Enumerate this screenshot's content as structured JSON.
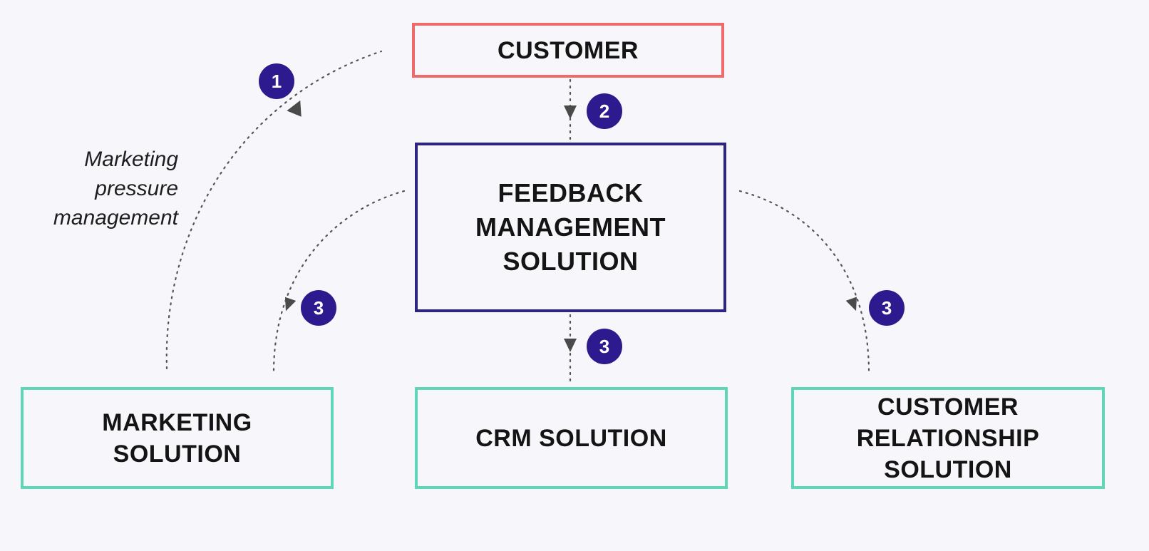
{
  "diagram": {
    "nodes": {
      "customer": "CUSTOMER",
      "feedback": "FEEDBACK\nMANAGEMENT\nSOLUTION",
      "marketing": "MARKETING\nSOLUTION",
      "crm": "CRM SOLUTION",
      "customer_relationship": "CUSTOMER\nRELATIONSHIP\nSOLUTION"
    },
    "badges": {
      "step1": "1",
      "step2": "2",
      "step3_left": "3",
      "step3_center": "3",
      "step3_right": "3"
    },
    "annotation": "Marketing\npressure\nmanagement",
    "colors": {
      "background": "#f7f7fb",
      "customer_border": "#ef6a6a",
      "feedback_border": "#2d2580",
      "solution_border": "#5fd6b7",
      "badge_fill": "#2d1a8e",
      "connector": "#555555"
    },
    "edges": [
      {
        "from": "marketing",
        "to": "customer",
        "step": "1",
        "style": "dotted-arrow"
      },
      {
        "from": "customer",
        "to": "feedback",
        "step": "2",
        "style": "dotted-arrow"
      },
      {
        "from": "feedback",
        "to": "marketing",
        "step": "3",
        "style": "dotted-arrow"
      },
      {
        "from": "feedback",
        "to": "crm",
        "step": "3",
        "style": "dotted-arrow"
      },
      {
        "from": "feedback",
        "to": "customer_relationship",
        "step": "3",
        "style": "dotted-arrow"
      }
    ]
  }
}
